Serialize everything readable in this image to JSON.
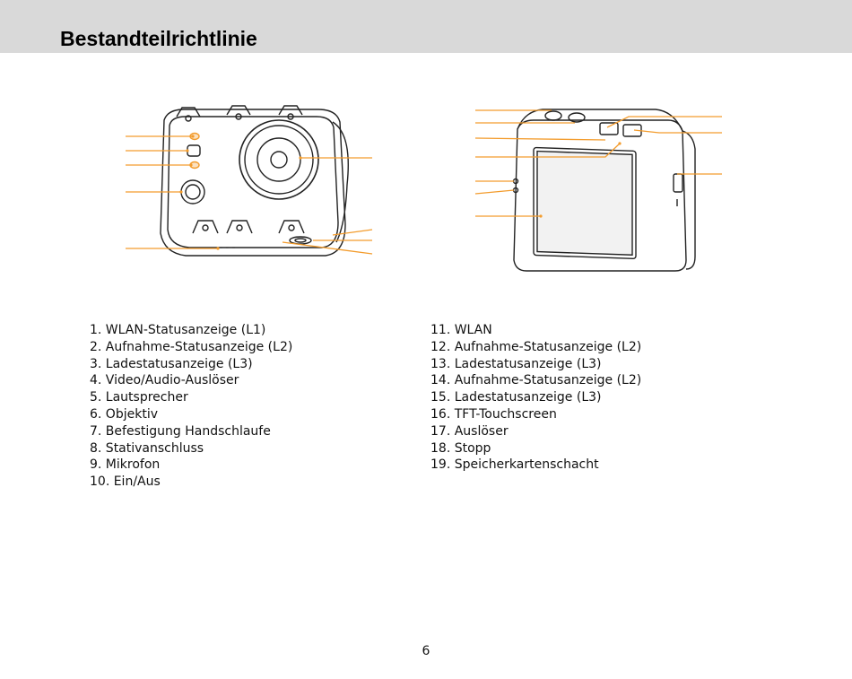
{
  "header": {
    "title": "Bestandteilrichtlinie"
  },
  "colors": {
    "header_bg": "#d9d9d9",
    "callout": "#f39c2d"
  },
  "left_list": [
    "1. WLAN-Statusanzeige (L1)",
    "2. Aufnahme-Statusanzeige (L2)",
    "3. Ladestatusanzeige (L3)",
    "4. Video/Audio-Auslöser",
    "5. Lautsprecher",
    "6. Objektiv",
    "7. Befestigung Handschlaufe",
    "8. Stativanschluss",
    "9. Mikrofon",
    "10. Ein/Aus"
  ],
  "right_list": [
    "11. WLAN",
    "12. Aufnahme-Statusanzeige (L2)",
    "13. Ladestatusanzeige (L3)",
    "14. Aufnahme-Statusanzeige (L2)",
    "15. Ladestatusanzeige (L3)",
    "16. TFT-Touchscreen",
    "17. Auslöser",
    "18. Stopp",
    "19. Speicherkartenschacht"
  ],
  "footer": {
    "page_number": "6"
  }
}
